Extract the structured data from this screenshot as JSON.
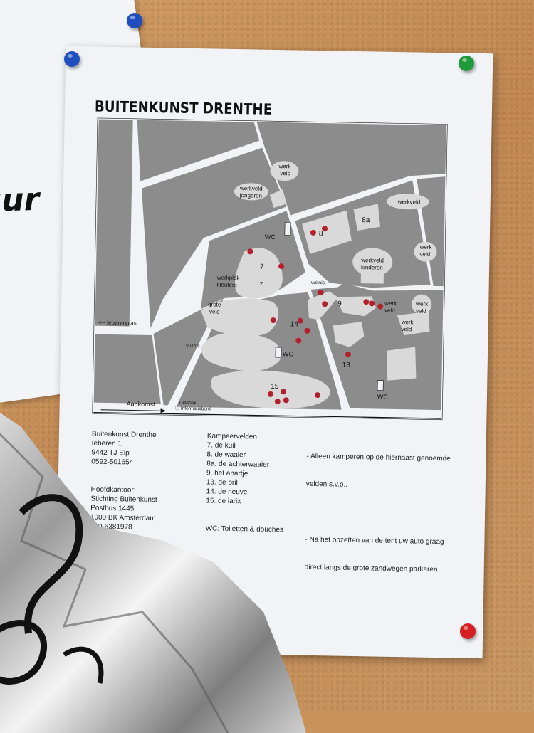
{
  "poster": {
    "title": "BUITENKUNST DRENTHE",
    "address": [
      "Buitenkunst Drenthe",
      "Ieberen 1",
      "9442 TJ  Elp",
      "0592-501654"
    ],
    "office": [
      "Hoofdkantoor:",
      "Stichting Buitenkunst",
      "Postbus 1445",
      "1000 BK  Amsterdam",
      "020-6381978"
    ],
    "fields_heading": "Kampeervelden",
    "fields": [
      "7.   de kuil",
      "8.   de waaier",
      "8a. de achterwaaier",
      "9.   het apartje",
      "13. de bril",
      "14. de heuvel",
      "15. de larix"
    ],
    "wc_note": "WC: Toiletten & douches",
    "notes": [
      "- Alleen kamperen op de hiernaast genoemde",
      "  velden s.v.p..",
      "",
      "- Na het opzetten van de tent uw auto graag",
      "  direct langs de grote zandwegen parkeren."
    ]
  },
  "map": {
    "labels": {
      "werkveld_top": [
        "werk",
        "veld"
      ],
      "werkveld_jongeren": [
        "werkveld",
        "jongeren"
      ],
      "field_8a": "8a",
      "field_8": "8",
      "werkveld_right": "werkveld",
      "werkveld_right2": [
        "werk",
        "veld"
      ],
      "wc_top": "WC",
      "field_7_circle": "7",
      "field_7": "7",
      "werkplek_kleuters": [
        "werkplek",
        "kleuters"
      ],
      "werkveld_kinderen": [
        "werkveld",
        "kinderen"
      ],
      "vuilnis_top": "vuilnis",
      "grote_veld": [
        "grote",
        "veld"
      ],
      "ieberenplas": "<-- Ieberenplas",
      "field_9": "9",
      "field_14": "14",
      "werkveld_r3": [
        "werk",
        "veld"
      ],
      "werkveld_r4": [
        "werk",
        "veld"
      ],
      "werkveld_r5": [
        "werk",
        "veld"
      ],
      "vuilnis_bottom": "vuilnis",
      "wc_mid": "WC",
      "field_13": "13",
      "wc_bottom": "WC",
      "field_15": "15",
      "aankomst": "Aankomst",
      "glasbak": "Glasbak",
      "informatiebord": "ⓘ Informatiebord"
    },
    "colors": {
      "block": "#8c8c8c",
      "light": "#d9d9d9",
      "road": "#f2f3f7",
      "dot": "#b3202a"
    }
  },
  "pins": {
    "blue": "#1f4fbf",
    "green": "#1f9a3a",
    "red": "#d42020"
  }
}
